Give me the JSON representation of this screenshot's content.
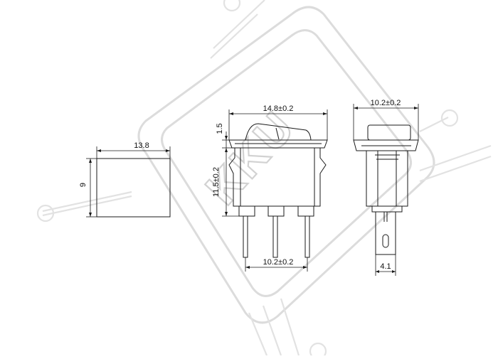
{
  "watermark": {
    "text": "KKU",
    "color": "#d8d8d8"
  },
  "dimensions": {
    "front_width": "13.8",
    "front_height": "9",
    "side_top_width": "14.8±0.2",
    "side_top_height": "1.5",
    "side_body_height": "11.5±0.2",
    "pin_spacing": "10.2±0.2",
    "end_width": "10.2±0.2",
    "end_pin_width": "4.1"
  },
  "colors": {
    "line": "#1a1a1a",
    "watermark": "#dcdcdc"
  }
}
